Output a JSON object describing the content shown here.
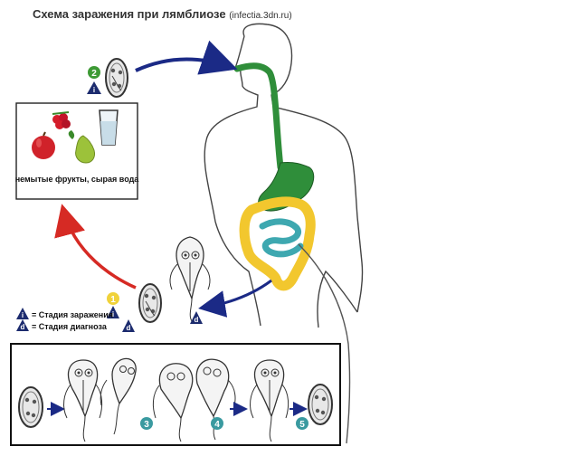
{
  "title": {
    "main": "Схема заражения при лямблиозе",
    "source": "(infectia.3dn.ru)"
  },
  "food_box": {
    "caption": "немытые фрукты, сырая вода",
    "items": [
      "raspberry-icon",
      "water-glass-icon",
      "apple-icon",
      "pear-icon"
    ]
  },
  "legend": {
    "infective_marker": "i",
    "infective_label": "= Стадия заражения",
    "diagnostic_marker": "d",
    "diagnostic_label": "= Стадия диагноза"
  },
  "steps": {
    "s1": "1",
    "s2": "2",
    "s3": "3",
    "s4": "4",
    "s5": "5"
  },
  "markers": {
    "infective": "i",
    "diagnostic": "d"
  },
  "colors": {
    "blue_arrow": "#1b2a86",
    "red_arrow": "#d62a24",
    "step_green": "#3d9a35",
    "step_yellow": "#f0d23a",
    "step_teal": "#3a9aa0",
    "marker_navy": "#1c2b6e",
    "stomach_green": "#2f8e3a",
    "colon_yellow": "#f2c72e",
    "intestine_teal": "#3ea8b0"
  }
}
